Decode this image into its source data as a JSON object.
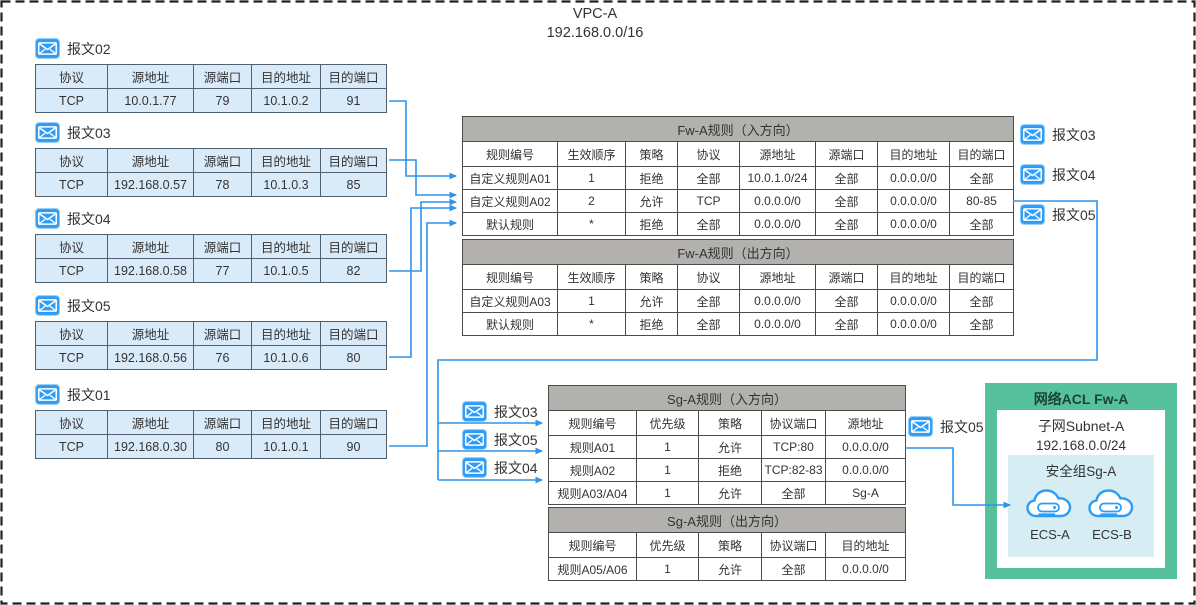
{
  "vpc": {
    "name": "VPC-A",
    "cidr": "192.168.0.0/16"
  },
  "packet_table_headers": [
    "协议",
    "源地址",
    "源端口",
    "目的地址",
    "目的端口"
  ],
  "packets": [
    {
      "label": "报文02",
      "cells": [
        "TCP",
        "10.0.1.77",
        "79",
        "10.1.0.2",
        "91"
      ]
    },
    {
      "label": "报文03",
      "cells": [
        "TCP",
        "192.168.0.57",
        "78",
        "10.1.0.3",
        "85"
      ]
    },
    {
      "label": "报文04",
      "cells": [
        "TCP",
        "192.168.0.58",
        "77",
        "10.1.0.5",
        "82"
      ]
    },
    {
      "label": "报文05",
      "cells": [
        "TCP",
        "192.168.0.56",
        "76",
        "10.1.0.6",
        "80"
      ]
    },
    {
      "label": "报文01",
      "cells": [
        "TCP",
        "192.168.0.30",
        "80",
        "10.1.0.1",
        "90"
      ]
    }
  ],
  "fw_in": {
    "title": "Fw-A规则（入方向）",
    "headers": [
      "规则编号",
      "生效顺序",
      "策略",
      "协议",
      "源地址",
      "源端口",
      "目的地址",
      "目的端口"
    ],
    "rows": [
      [
        "自定义规则A01",
        "1",
        "拒绝",
        "全部",
        "10.0.1.0/24",
        "全部",
        "0.0.0.0/0",
        "全部"
      ],
      [
        "自定义规则A02",
        "2",
        "允许",
        "TCP",
        "0.0.0.0/0",
        "全部",
        "0.0.0.0/0",
        "80-85"
      ],
      [
        "默认规则",
        "*",
        "拒绝",
        "全部",
        "0.0.0.0/0",
        "全部",
        "0.0.0.0/0",
        "全部"
      ]
    ]
  },
  "fw_out": {
    "title": "Fw-A规则（出方向）",
    "headers": [
      "规则编号",
      "生效顺序",
      "策略",
      "协议",
      "源地址",
      "源端口",
      "目的地址",
      "目的端口"
    ],
    "rows": [
      [
        "自定义规则A03",
        "1",
        "允许",
        "全部",
        "0.0.0.0/0",
        "全部",
        "0.0.0.0/0",
        "全部"
      ],
      [
        "默认规则",
        "*",
        "拒绝",
        "全部",
        "0.0.0.0/0",
        "全部",
        "0.0.0.0/0",
        "全部"
      ]
    ]
  },
  "sg_in": {
    "title": "Sg-A规则（入方向）",
    "headers": [
      "规则编号",
      "优先级",
      "策略",
      "协议端口",
      "源地址"
    ],
    "rows": [
      [
        "规则A01",
        "1",
        "允许",
        "TCP:80",
        "0.0.0.0/0"
      ],
      [
        "规则A02",
        "1",
        "拒绝",
        "TCP:82-83",
        "0.0.0.0/0"
      ],
      [
        "规则A03/A04",
        "1",
        "允许",
        "全部",
        "Sg-A"
      ]
    ]
  },
  "sg_out": {
    "title": "Sg-A规则（出方向）",
    "headers": [
      "规则编号",
      "优先级",
      "策略",
      "协议端口",
      "目的地址"
    ],
    "rows": [
      [
        "规则A05/A06",
        "1",
        "允许",
        "全部",
        "0.0.0.0/0"
      ]
    ]
  },
  "right_packet_labels": [
    "报文03",
    "报文04",
    "报文05"
  ],
  "sg_feed_labels": [
    "报文03",
    "报文05",
    "报文04"
  ],
  "sg_out_label": "报文05",
  "acl": {
    "title": "网络ACL Fw-A",
    "subnet_title": "子网Subnet-A",
    "subnet_cidr": "192.168.0.0/24",
    "sg_title": "安全组Sg-A",
    "ecs": [
      "ECS-A",
      "ECS-B"
    ]
  },
  "colors": {
    "line_blue": "#2f93ea",
    "icon_blue": "#2e9cf4",
    "packet_fill": "#d9eaf9",
    "table_title_gray": "#b3b1ad",
    "acl_green": "#57c09c",
    "sg_fill": "#d6edf3",
    "border_dark": "#222222"
  }
}
